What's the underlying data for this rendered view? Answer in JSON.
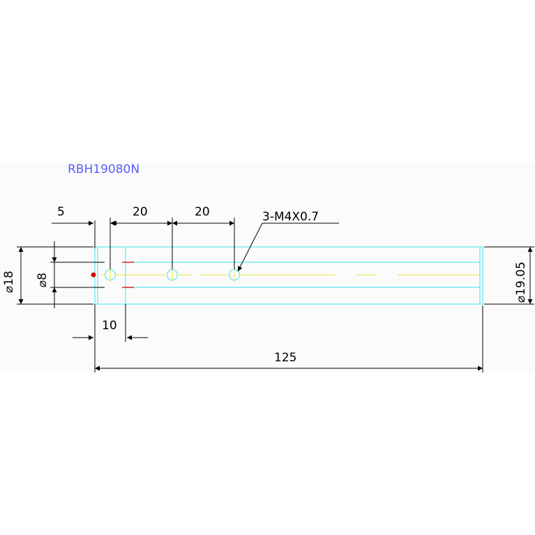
{
  "part_number": "RBH19080N",
  "dimensions": {
    "d1": "5",
    "d2": "20",
    "d3": "20",
    "thread": "3-M4X0.7",
    "dia18": "⌀18",
    "dia8": "⌀8",
    "d10": "10",
    "total": "125",
    "dia1905": "⌀19.05"
  },
  "colors": {
    "band": "#fbfbfb",
    "outline": "#5ee7ef",
    "center": "#e9e95a",
    "ink": "#000000",
    "title": "#5b5bff",
    "marker": "#e00000"
  }
}
